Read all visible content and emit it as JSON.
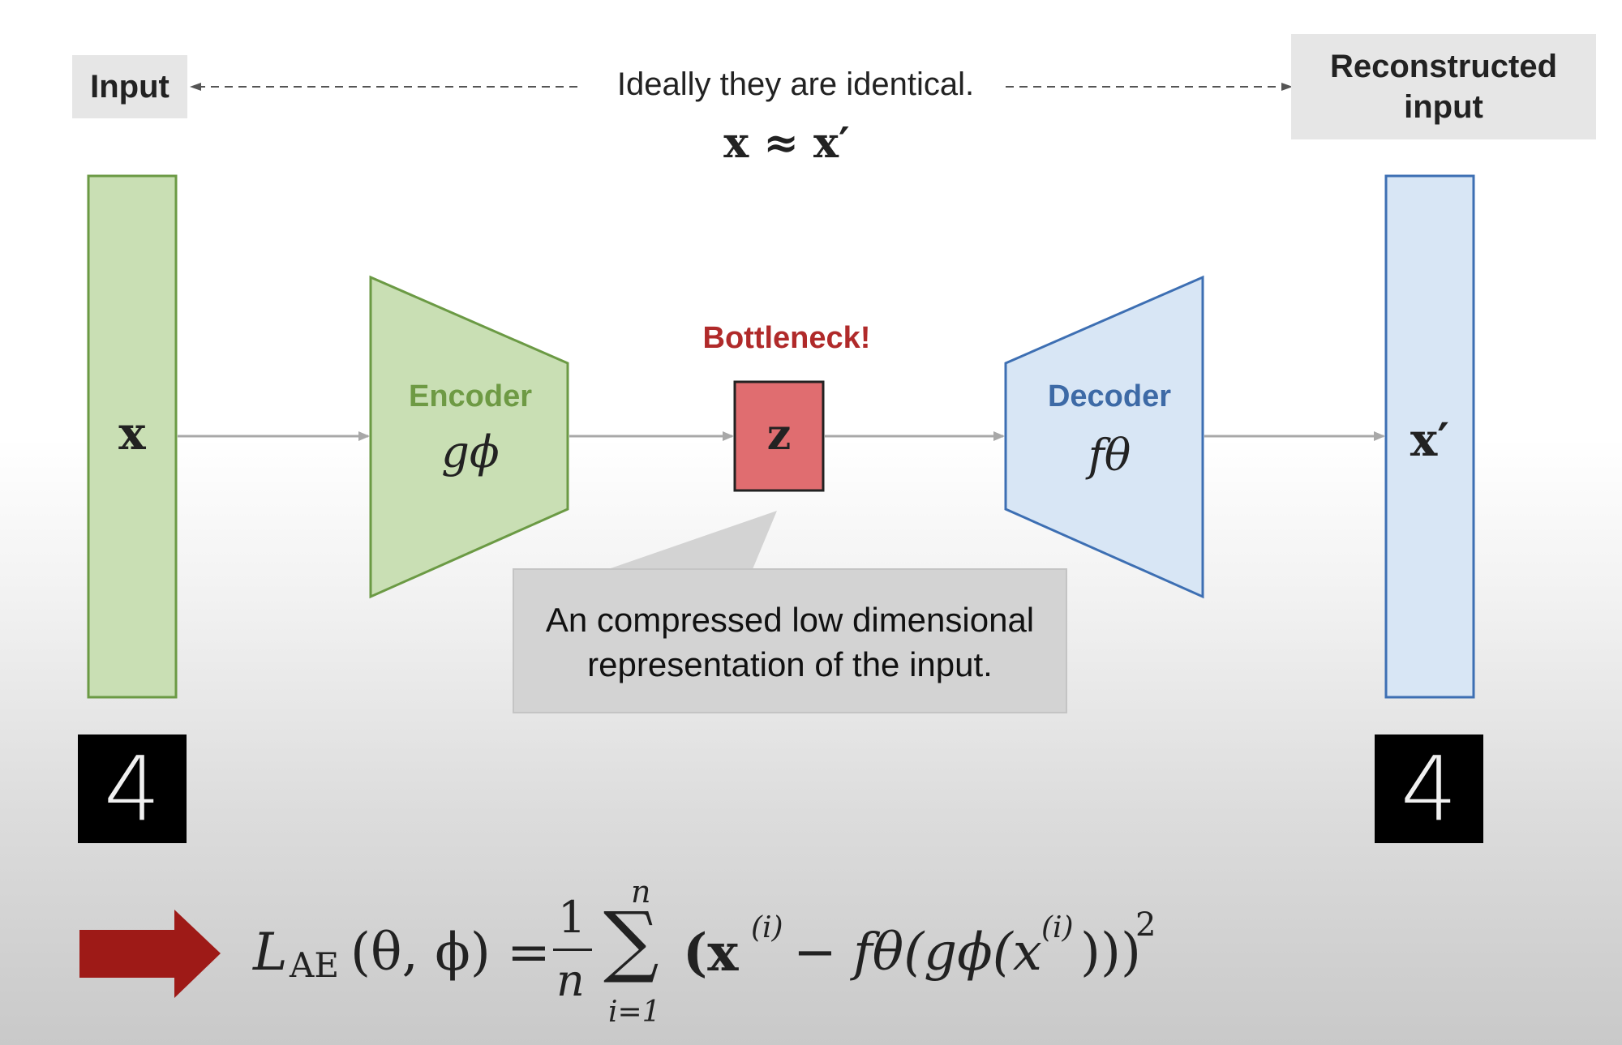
{
  "labels": {
    "input": "Input",
    "reconstructed_line1": "Reconstructed",
    "reconstructed_line2": "input",
    "identical_note": "Ideally they are identical.",
    "approx": "x ≈ x′",
    "bottleneck": "Bottleneck!",
    "encoder": "Encoder",
    "encoder_fn": "gϕ",
    "decoder": "Decoder",
    "decoder_fn": "fθ",
    "x": "x",
    "z": "z",
    "x_prime": "x′",
    "callout_line1": "An compressed low dimensional",
    "callout_line2": "representation of the input.",
    "digit_input": "4",
    "digit_output": "4"
  },
  "formula": {
    "lhs_L": "L",
    "lhs_sub": "AE",
    "lhs_args": "(θ, ϕ) =",
    "frac_num": "1",
    "frac_den": "n",
    "sum_upper": "n",
    "sum_symbol": "∑",
    "sum_lower": "i=1",
    "body": "(x",
    "sup_i": "(i)",
    "minus_f": " − fθ(gϕ(x",
    "sup_i2": "(i)",
    "close": ")))",
    "power": "2"
  },
  "colors": {
    "encoder_fill": "#c9dfb4",
    "encoder_stroke": "#6b9a44",
    "encoder_text": "#6e9a44",
    "decoder_fill": "#d8e6f5",
    "decoder_stroke": "#3d6fb3",
    "decoder_text": "#3d6aa6",
    "bottleneck_fill": "#e06d70",
    "bottleneck_text": "#b02a2a",
    "arrow_red": "#9e1a17",
    "connector": "#a8a8a8"
  }
}
